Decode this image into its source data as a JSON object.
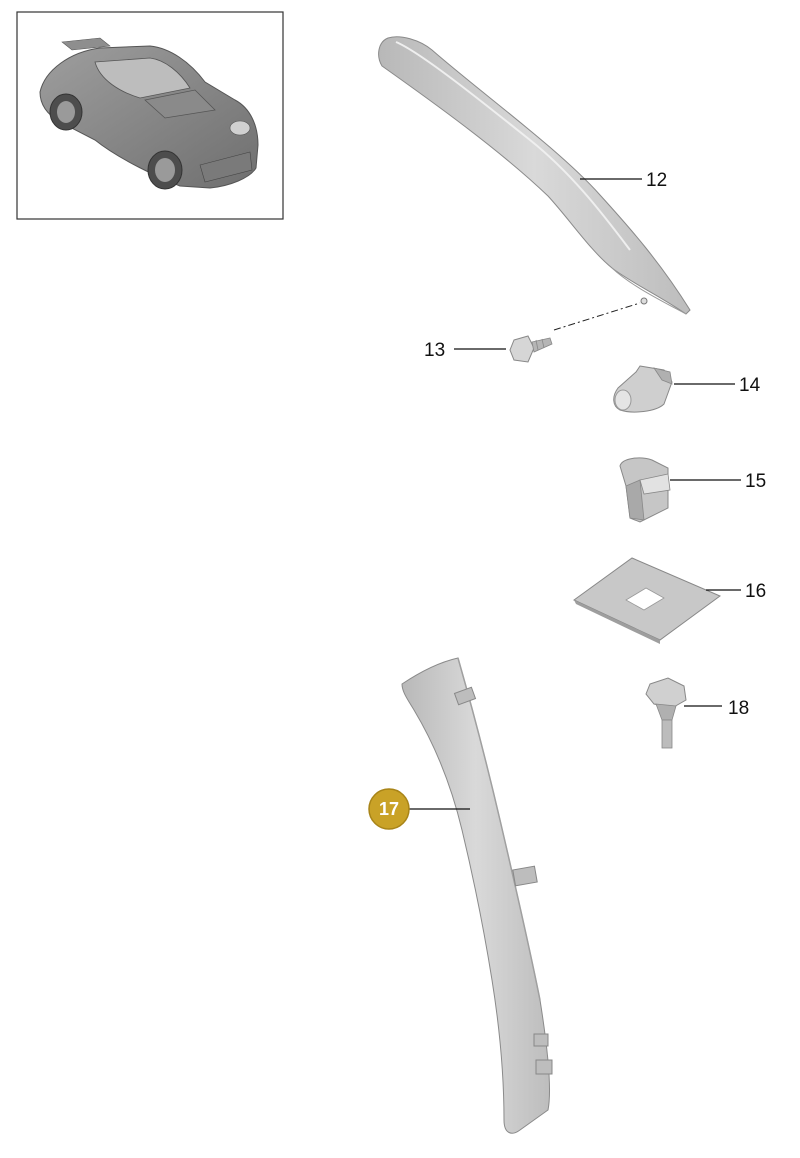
{
  "parts": [
    {
      "number": "12"
    },
    {
      "number": "13"
    },
    {
      "number": "14"
    },
    {
      "number": "15"
    },
    {
      "number": "16"
    },
    {
      "number": "17",
      "highlighted": true
    },
    {
      "number": "18"
    }
  ],
  "colors": {
    "highlight_callout": "#c9a227",
    "part_gray": "#c9c9c9",
    "line": "#111111"
  }
}
